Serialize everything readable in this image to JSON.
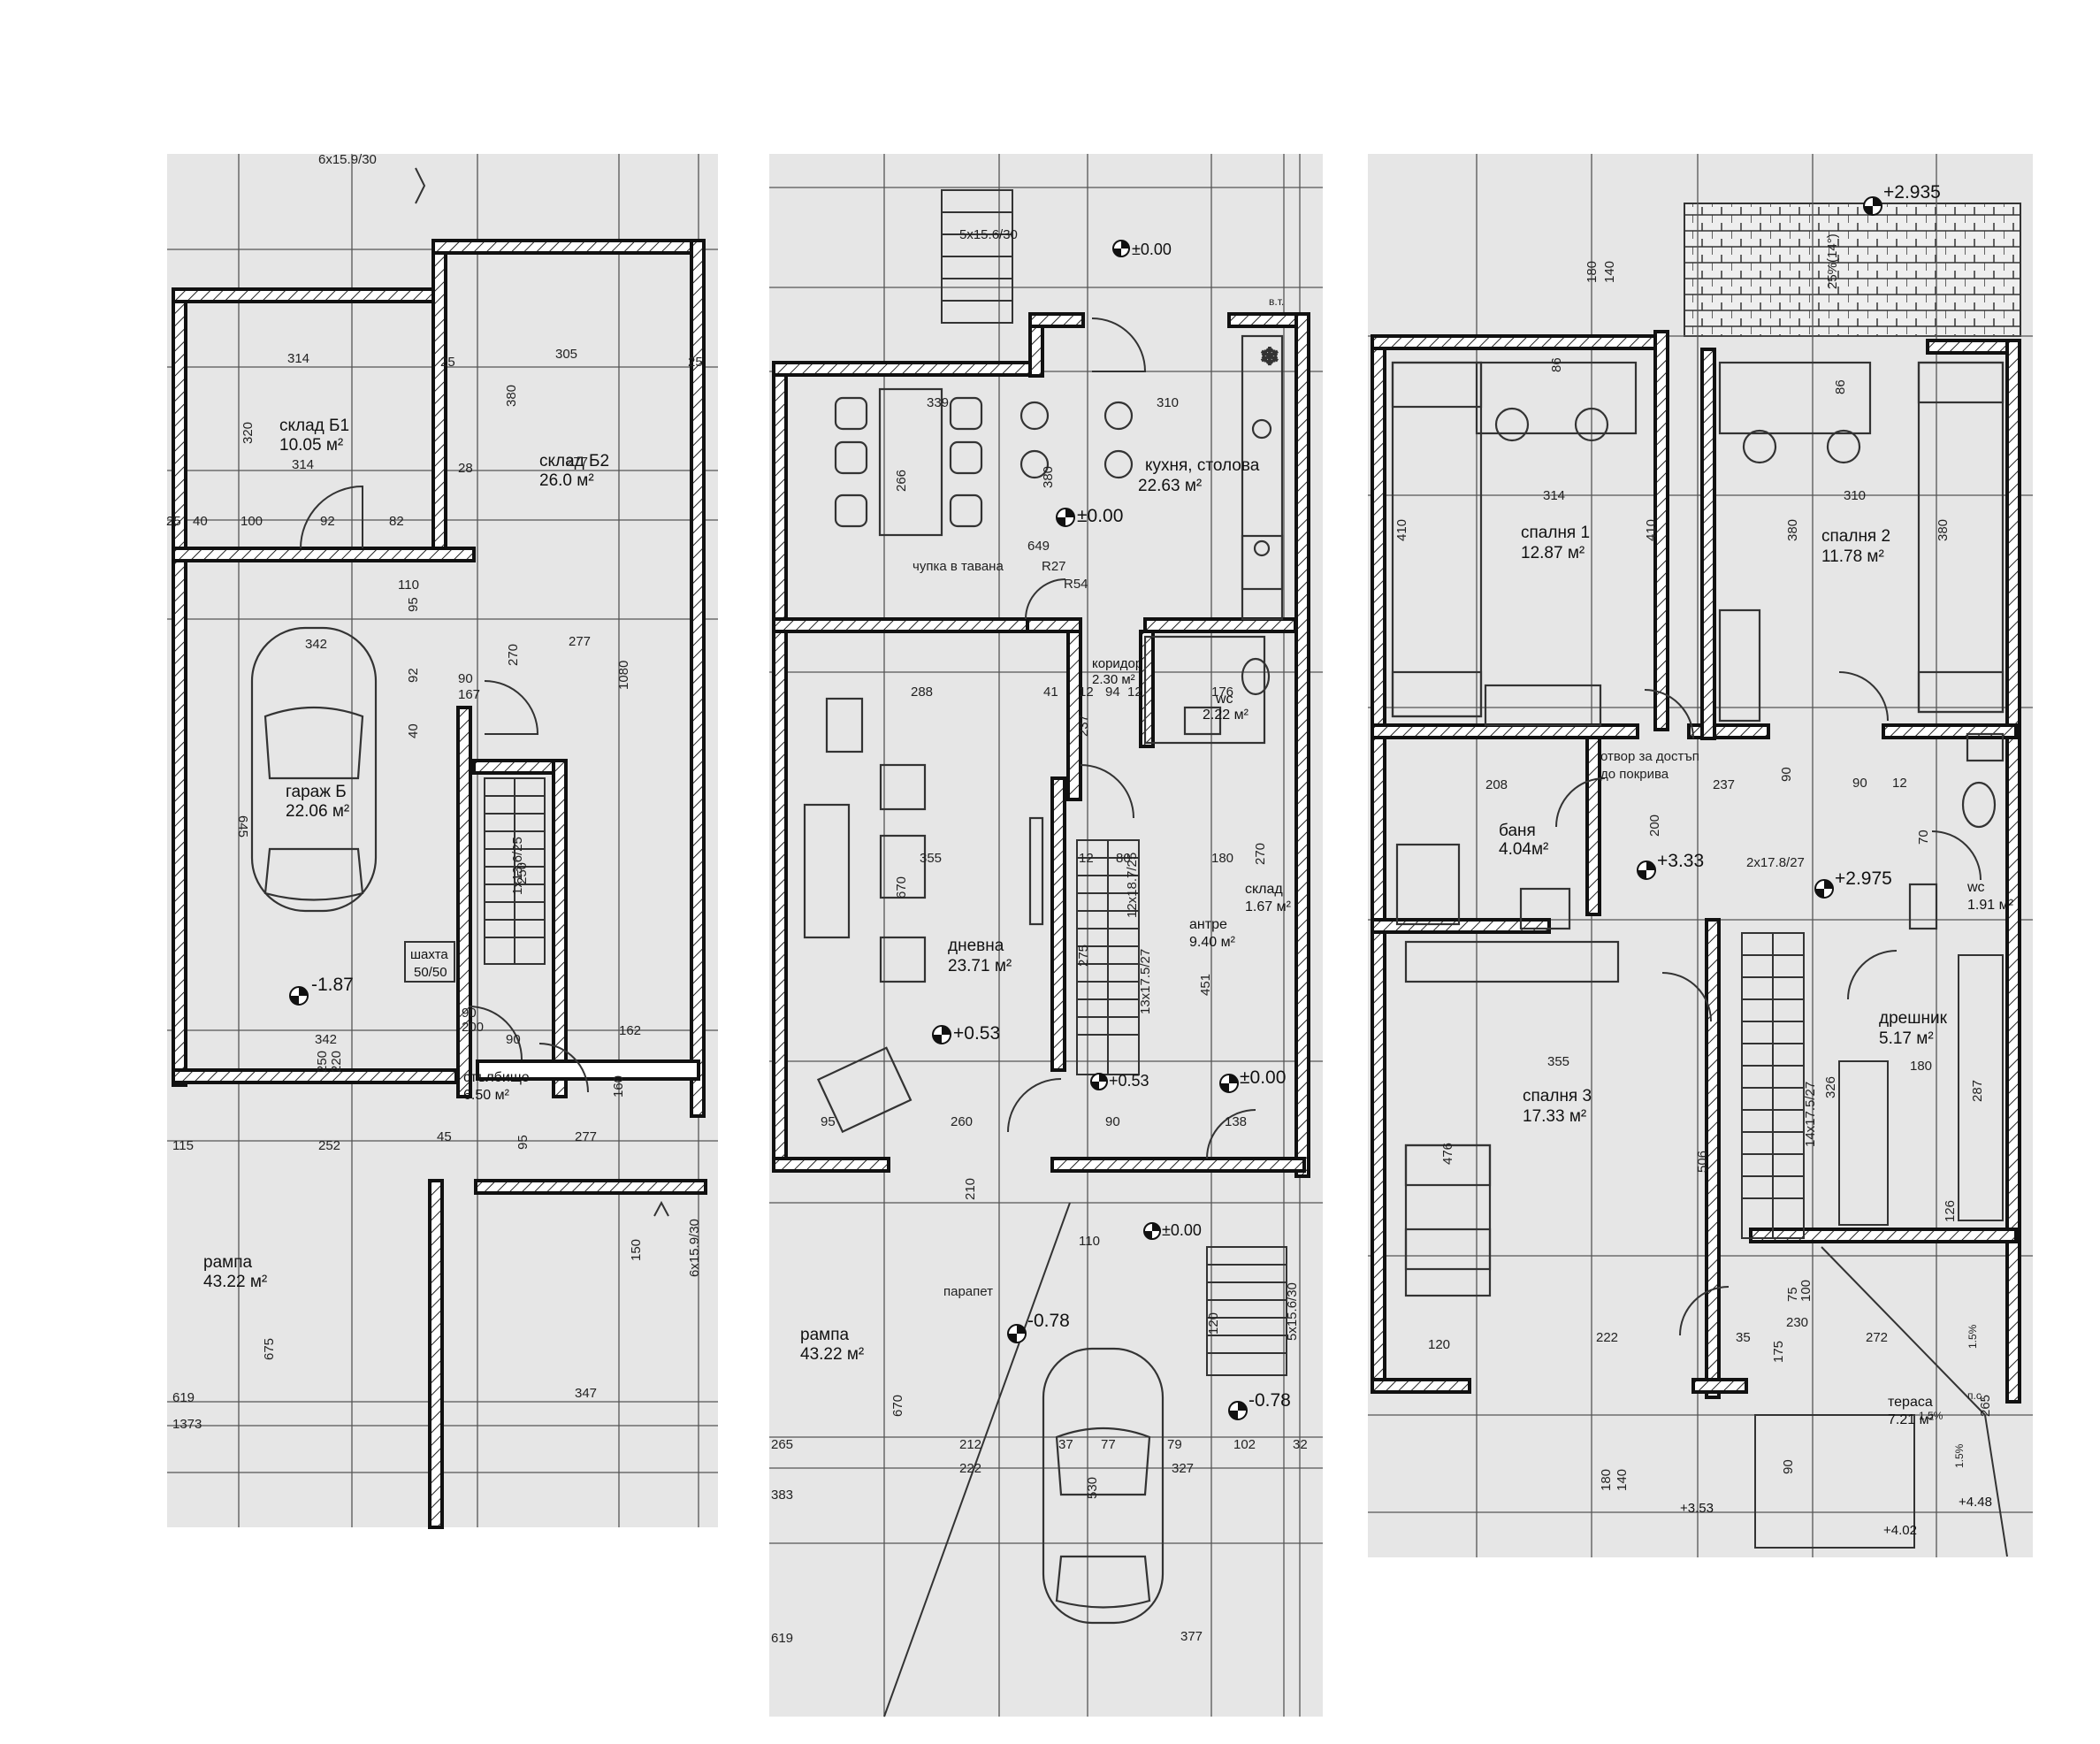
{
  "plans": [
    {
      "rooms": [
        {
          "name": "склад Б1",
          "area": "10.05 м²"
        },
        {
          "name": "склад Б2",
          "area": "26.0 м²"
        },
        {
          "name": "гараж Б",
          "area": "22.06 м²"
        },
        {
          "name": "шахта",
          "area": "50/50"
        },
        {
          "name": "стълбище",
          "area": "6.50 м²"
        },
        {
          "name": "рампа",
          "area": "43.22 м²"
        }
      ],
      "levels": [
        "-1.87"
      ],
      "dims": [
        "314",
        "305",
        "320",
        "314",
        "277",
        "380",
        "25",
        "40",
        "100",
        "92",
        "82",
        "110",
        "342",
        "270",
        "277",
        "1080",
        "95",
        "92",
        "40",
        "90",
        "167",
        "645",
        "1x13.6/25",
        "250",
        "342",
        "90",
        "200",
        "162",
        "250",
        "220",
        "90",
        "160",
        "115",
        "252",
        "45",
        "277",
        "95",
        "675",
        "347",
        "619",
        "1373",
        "6x15.9/30",
        "150",
        "6x15.9/30",
        "28",
        "25",
        "25"
      ]
    },
    {
      "rooms": [
        {
          "name": "кухня, столова",
          "area": "22.63 м²"
        },
        {
          "name": "коридор",
          "area": "2.30 м²"
        },
        {
          "name": "wc",
          "area": "2.22 м²"
        },
        {
          "name": "дневна",
          "area": "23.71 м²"
        },
        {
          "name": "антре",
          "area": "9.40 м²"
        },
        {
          "name": "склад",
          "area": "1.67 м²"
        },
        {
          "name": "рампа",
          "area": "43.22 м²"
        }
      ],
      "levels": [
        "±0.00",
        "±0.00",
        "+0.53",
        "+0.53",
        "±0.00",
        "±0.00",
        "-0.78",
        "-0.78"
      ],
      "notes": [
        "чупка в тавана",
        "парапет",
        "R27",
        "R54",
        "в.т."
      ],
      "dims": [
        "5x15.6/30",
        "339",
        "310",
        "266",
        "380",
        "649",
        "288",
        "41",
        "12",
        "94",
        "12",
        "176",
        "237",
        "355",
        "670",
        "12",
        "80",
        "180",
        "270",
        "451",
        "275",
        "12x18.7/25",
        "13x17.5/27",
        "260",
        "95",
        "90",
        "138",
        "210",
        "110",
        "120",
        "5x15.6/30",
        "670",
        "212",
        "222",
        "37",
        "77",
        "79",
        "102",
        "32",
        "327",
        "265",
        "383",
        "530",
        "377",
        "619"
      ]
    },
    {
      "rooms": [
        {
          "name": "спалня 1",
          "area": "12.87 м²"
        },
        {
          "name": "спалня 2",
          "area": "11.78 м²"
        },
        {
          "name": "баня",
          "area": "4.04м²"
        },
        {
          "name": "wc",
          "area": "1.91 м²"
        },
        {
          "name": "дрешник",
          "area": "5.17 м²"
        },
        {
          "name": "спалня 3",
          "area": "17.33 м²"
        },
        {
          "name": "тераса",
          "area": "7.21 м²"
        }
      ],
      "levels": [
        "+2.935",
        "+3.33",
        "+2.975",
        "+3.53",
        "+4.02",
        "+4.48"
      ],
      "notes": [
        "отвор за достъп",
        "до покрива",
        "25%(14°)",
        "1.5%",
        "1.5%",
        "1.5%",
        "п.с."
      ],
      "dims": [
        "180",
        "140",
        "314",
        "410",
        "410",
        "310",
        "380",
        "380",
        "86",
        "86",
        "208",
        "200",
        "237",
        "90",
        "90",
        "12",
        "2x17.8/27",
        "355",
        "506",
        "476",
        "222",
        "272",
        "120",
        "287",
        "180",
        "126",
        "326",
        "14x17.5/27",
        "265",
        "175",
        "90",
        "230",
        "35",
        "180",
        "140",
        "75",
        "100",
        "70"
      ]
    }
  ]
}
